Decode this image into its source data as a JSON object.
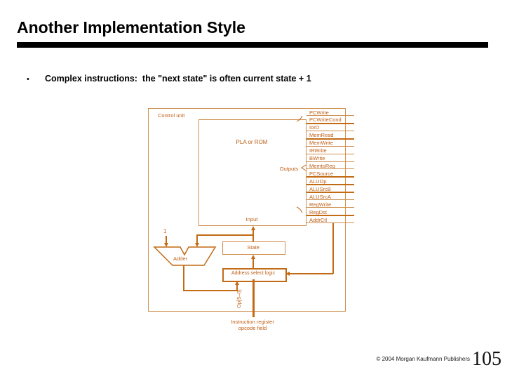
{
  "slide": {
    "title": "Another Implementation Style",
    "bullet": "Complex instructions:  the \"next state\" is often current state + 1",
    "bullet_glyph": "•",
    "footer": {
      "copyright": "© 2004 Morgan Kaufmann Publishers",
      "page_number": "105"
    }
  },
  "diagram": {
    "control_unit_label": "Control unit",
    "pla_label": "PLA or ROM",
    "outputs_label": "Outputs",
    "input_label": "Input",
    "signals": [
      "PCWrite",
      "PCWriteCond",
      "IorD",
      "MemRead",
      "MemWrite",
      "IRWrite",
      "BWrite",
      "MemtoReg",
      "PCSource",
      "ALUOp",
      "ALUSrcB",
      "ALUSrcA",
      "RegWrite",
      "RegDst",
      "AddrCtl"
    ],
    "thick_separators_after": [
      "PCWriteCond",
      "MemRead",
      "PCSource",
      "ALUOp",
      "ALUSrcB",
      "RegDst"
    ],
    "state_label": "State",
    "address_select_label": "Address select logic",
    "adder_label": "Adder",
    "adder_constant": "1",
    "opcode_bus_label": "Op[5–0]",
    "instruction_register_label_line1": "Instruction register",
    "instruction_register_label_line2": "opcode field",
    "colors": {
      "diagram_text": "#bf5f17",
      "diagram_line": "#cf8e4e",
      "diagram_thick_line": "#c26a14",
      "title_text": "#000000",
      "rule_bar": "#000000"
    }
  }
}
